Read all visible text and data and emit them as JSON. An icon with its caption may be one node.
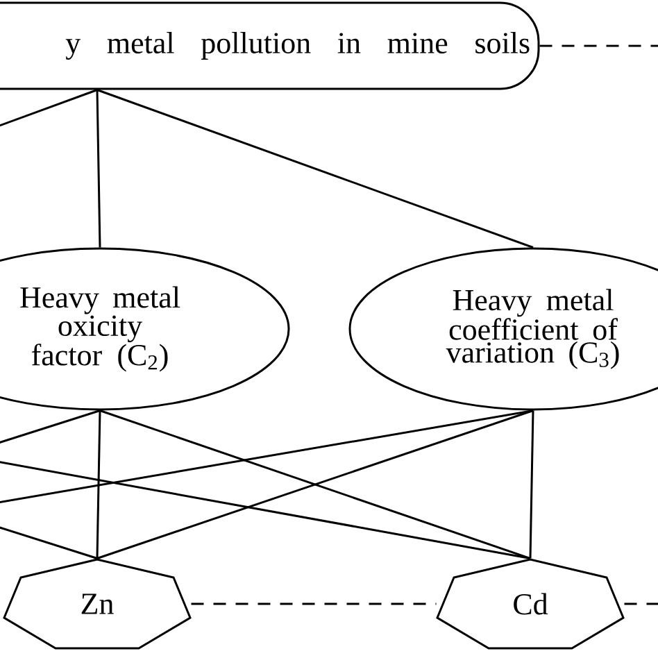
{
  "diagram": {
    "nodes": [
      {
        "text": [
          "y metal pollution in mine soils"
        ]
      },
      {
        "text": [
          "Heavy metal oxicity factor (C$_{2}$)"
        ]
      },
      {
        "text": [
          "Heavy metal coefficient of variation (C$_{3}$)"
        ]
      },
      {
        "text": [
          "Zn"
        ]
      },
      {
        "text": [
          "Cd"
        ]
      }
    ],
    "edges": [
      {
        "from": 0,
        "to": null,
        "arrow": "none"
      },
      {
        "from": 0,
        "to": 1,
        "arrow": "none"
      },
      {
        "from": 0,
        "to": 2,
        "arrow": "none"
      },
      {
        "from": 0,
        "to": null,
        "arrow": "none",
        "style": "dashed"
      },
      {
        "from": 1,
        "to": null,
        "arrow": "none"
      },
      {
        "from": 1,
        "to": 3,
        "arrow": "none"
      },
      {
        "from": 1,
        "to": 4,
        "arrow": "none"
      },
      {
        "from": 2,
        "to": null,
        "arrow": "none"
      },
      {
        "from": 2,
        "to": 3,
        "arrow": "none"
      },
      {
        "from": 2,
        "to": 4,
        "arrow": "none"
      },
      {
        "from": null,
        "to": 4,
        "arrow": "none"
      },
      {
        "from": null,
        "to": 3,
        "arrow": "none"
      },
      {
        "from": 3,
        "to": 4,
        "arrow": "none",
        "style": "dashed"
      },
      {
        "from": 4,
        "to": null,
        "arrow": "none",
        "style": "dashed"
      }
    ]
  }
}
